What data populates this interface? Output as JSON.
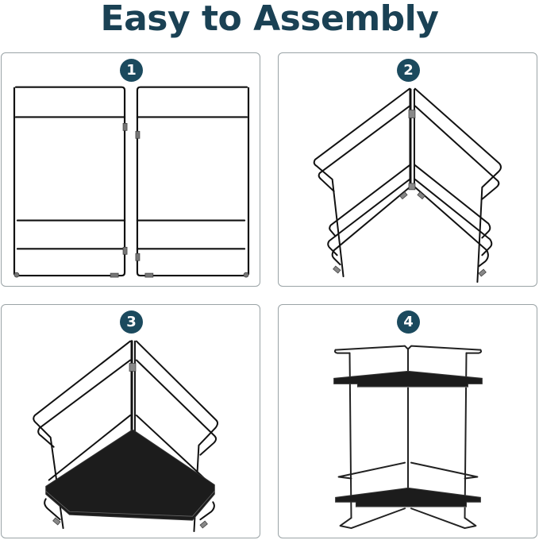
{
  "header": {
    "title": "Easy to Assembly"
  },
  "colors": {
    "title": "#1a4154",
    "badge": "#1b4a5e",
    "panel_border": "#9aa3a6",
    "wire": "#111111",
    "shelf": "#1c1c1c"
  },
  "steps": [
    {
      "number": "1",
      "illustration": "two-flat-wire-frames-side-by-side"
    },
    {
      "number": "2",
      "illustration": "frames-joined-at-corner-hinge"
    },
    {
      "number": "3",
      "illustration": "bottom-corner-shelf-board-inserted"
    },
    {
      "number": "4",
      "illustration": "assembled-two-tier-corner-shelf"
    }
  ]
}
